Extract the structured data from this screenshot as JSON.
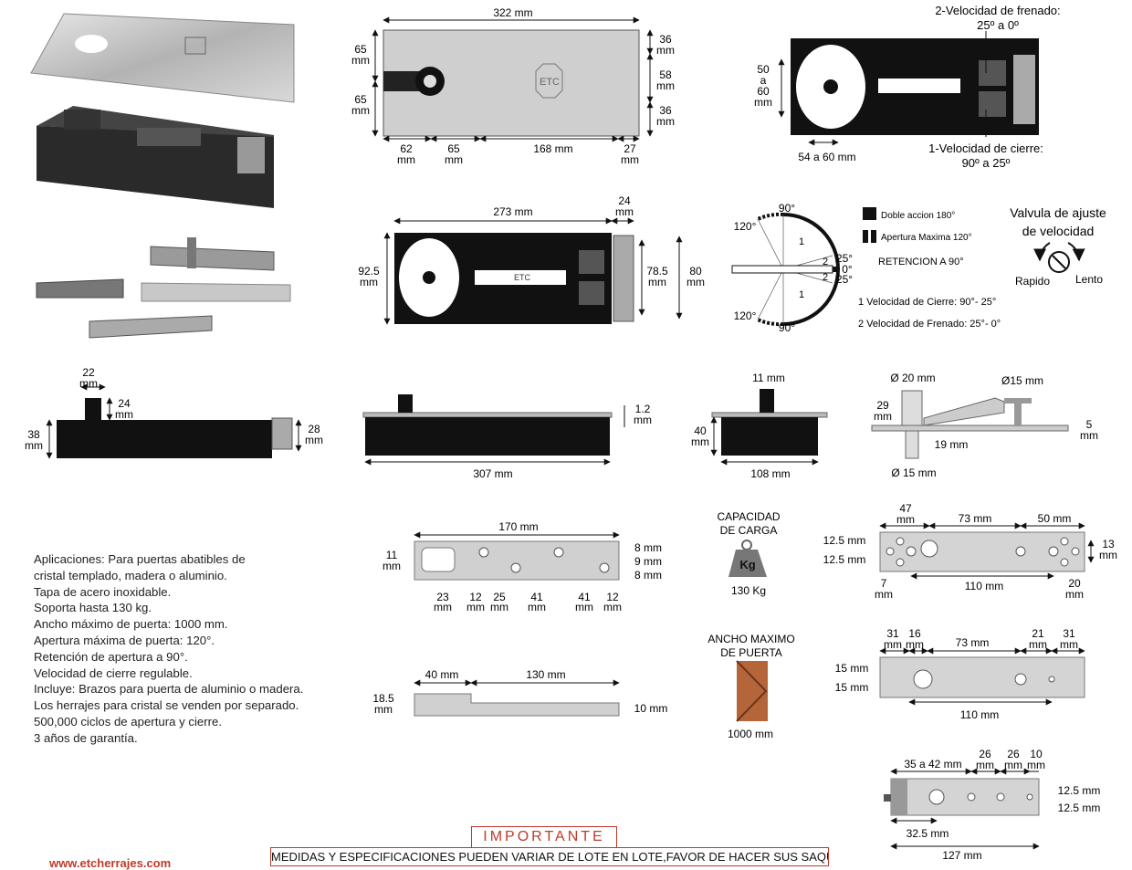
{
  "top_plate": {
    "width": "322 mm",
    "left_h_top": "65",
    "left_h_bottom": "65",
    "right_top": "36",
    "right_mid": "58",
    "right_bot": "36",
    "b1": "62",
    "b2": "65",
    "b3": "168 mm",
    "b4": "27",
    "logo": "ETC",
    "mm": "mm"
  },
  "speed_view": {
    "braking_title": "2-Velocidad de frenado:",
    "braking_range": "25º a 0º",
    "closing_title": "1-Velocidad de cierre:",
    "closing_range": "90º a 25º",
    "height_a": "50",
    "height_b": "a",
    "height_c": "60",
    "height_d": "mm",
    "bottom": "54 a 60 mm"
  },
  "body_top": {
    "length": "273 mm",
    "end": "24",
    "h1": "92.5",
    "h2": "78.5",
    "h3": "80",
    "logo": "ETC"
  },
  "angle_diagram": {
    "a90_top": "90°",
    "a120_top": "120°",
    "a120_bot": "120°",
    "a90_bot": "90°",
    "a25_top": "25°",
    "a0": "0°",
    "a25_bot": "25°",
    "zone1": "1",
    "zone2": "2"
  },
  "legend": {
    "double_action": "Doble accion 180°",
    "max_opening": "Apertura Maxima 120°",
    "retention": "RETENCION A 90°",
    "closing_speed": "1 Velocidad de Cierre: 90°- 25°",
    "braking_speed": "2 Velocidad de Frenado: 25°- 0°"
  },
  "valve": {
    "title_1": "Valvula de ajuste",
    "title_2": "de velocidad",
    "fast": "Rapido",
    "slow": "Lento"
  },
  "side_left": {
    "d22": "22",
    "d24": "24",
    "d38": "38",
    "d28": "28"
  },
  "side_long": {
    "d12": "1.2",
    "len": "307 mm"
  },
  "side_short": {
    "top": "11 mm",
    "h": "40",
    "w": "108 mm"
  },
  "pivot": {
    "d20": "Ø 20 mm",
    "d15top": "Ø15 mm",
    "h29": "29",
    "h5": "5",
    "h19": "19 mm",
    "d15bot": "Ø 15 mm"
  },
  "arm1": {
    "len": "170 mm",
    "h11": "11",
    "r8a": "8 mm",
    "r9": "9 mm",
    "r8b": "8 mm",
    "b23": "23",
    "b12a": "12",
    "b25": "25",
    "b41a": "41",
    "b41b": "41",
    "b12b": "12"
  },
  "arm2": {
    "d40": "40 mm",
    "d130": "130 mm",
    "h18": "18.5",
    "h10": "10 mm"
  },
  "capacity": {
    "title_1": "CAPACIDAD",
    "title_2": "DE CARGA",
    "icon": "Kg",
    "value": "130 Kg"
  },
  "door_width": {
    "title_1": "ANCHO MAXIMO",
    "title_2": "DE PUERTA",
    "value": "1000 mm"
  },
  "bar1": {
    "d47": "47",
    "d73": "73 mm",
    "d50": "50 mm",
    "d125a": "12.5 mm",
    "d125b": "12.5 mm",
    "d13": "13",
    "d7": "7",
    "d110": "110 mm",
    "d20": "20"
  },
  "bar2": {
    "d31a": "31",
    "d16": "16",
    "d73": "73 mm",
    "d21": "21",
    "d31b": "31",
    "d15a": "15 mm",
    "d15b": "15 mm",
    "d110": "110 mm"
  },
  "bar3": {
    "d3542": "35 a 42 mm",
    "d26a": "26",
    "d26b": "26",
    "d10": "10",
    "d125a": "12.5 mm",
    "d125b": "12.5 mm",
    "d325": "32.5 mm",
    "d127": "127 mm"
  },
  "specs": [
    "Aplicaciones: Para puertas abatibles de",
    "cristal templado, madera o aluminio.",
    "Tapa de acero inoxidable.",
    "Soporta hasta 130 kg.",
    "Ancho máximo de puerta: 1000 mm.",
    "Apertura máxima de puerta: 120°.",
    "Retención de apertura a 90°.",
    "Velocidad de cierre regulable.",
    "Incluye: Brazos para puerta de aluminio o madera.",
    "Los herrajes para cristal se venden por separado.",
    "500,000 ciclos de apertura y cierre.",
    "3 años de garantía."
  ],
  "important": {
    "title": "IMPORTANTE",
    "note": "MEDIDAS Y ESPECIFICACIONES PUEDEN VARIAR DE LOTE EN LOTE,FAVOR DE HACER SUS SAQUES",
    "website": "www.etcherrajes.com"
  },
  "colors": {
    "steel": "#c9c9c9",
    "body": "#111111",
    "accent_red": "#c0392b",
    "door": "#b5653a"
  }
}
